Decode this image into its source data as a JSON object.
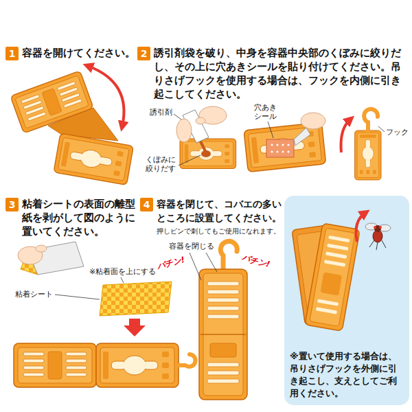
{
  "diagram": {
    "nodes": [
      {
        "text": [
          "1"
        ]
      },
      {
        "text": [
          "2"
        ]
      },
      {
        "text": [
          "3"
        ]
      },
      {
        "text": [
          "4"
        ]
      },
      {
        "text": [
          "※置いて使用する場合は、吊りさげフックを外側に引き起こし、支えとしてご利用ください。"
        ]
      }
    ],
    "labels": [
      "容器を開けてください。",
      "誘引剤袋を破り、中身を容器中央部のくぼみに絞りだし、その上に穴あきシールを貼り付けてください。吊りさげフックを使用する場合は、フックを内側に引き起こしてください。",
      "誘引剤",
      "くぼみに絞りだす",
      "穴あきシール",
      "フック",
      "粘着シートの表面の離型紙を剥がして図のように置いてください。",
      "※粘着面を上にする",
      "粘着シート",
      "容器を閉じて、コバエの多いところに設置してください。",
      "押しピンで刺してもご使用になれます。",
      "容器を閉じる",
      "パチン!",
      "パチン!"
    ]
  }
}
